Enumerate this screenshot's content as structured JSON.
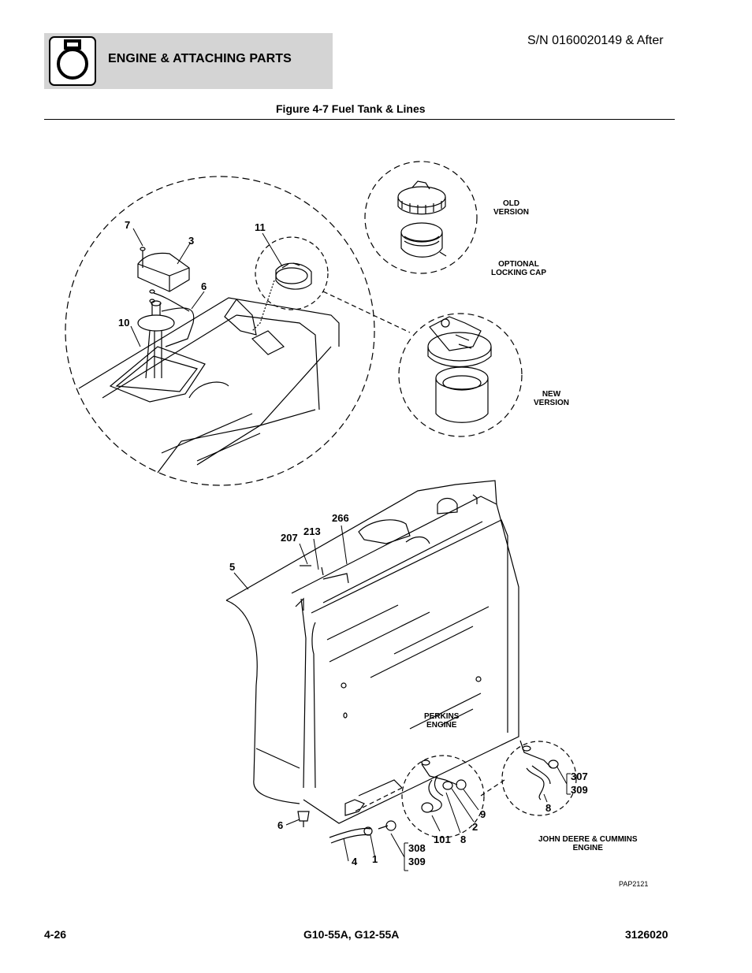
{
  "header": {
    "section_title": "ENGINE & ATTACHING PARTS",
    "serial": "S/N 0160020149 & After",
    "figure_title": "Figure 4-7 Fuel Tank & Lines"
  },
  "callouts": {
    "c7": "7",
    "c3": "3",
    "c11": "11",
    "c6a": "6",
    "c10": "10",
    "c266": "266",
    "c207": "207",
    "c213": "213",
    "c5": "5",
    "c6b": "6",
    "c4": "4",
    "c1": "1",
    "c308": "308",
    "c309a": "309",
    "c101": "101",
    "c8a": "8",
    "c2": "2",
    "c9": "9",
    "c307": "307",
    "c309b": "309",
    "c8b": "8"
  },
  "notes": {
    "old_version_1": "OLD",
    "old_version_2": "VERSION",
    "optional_1": "OPTIONAL",
    "optional_2": "LOCKING CAP",
    "new_version_1": "NEW",
    "new_version_2": "VERSION",
    "perkins_1": "PERKINS",
    "perkins_2": "ENGINE",
    "deere_1": "JOHN DEERE & CUMMINS",
    "deere_2": "ENGINE"
  },
  "drawing_code": "PAP2121",
  "footer": {
    "page": "4-26",
    "models": "G10-55A, G12-55A",
    "manual": "3126020"
  }
}
